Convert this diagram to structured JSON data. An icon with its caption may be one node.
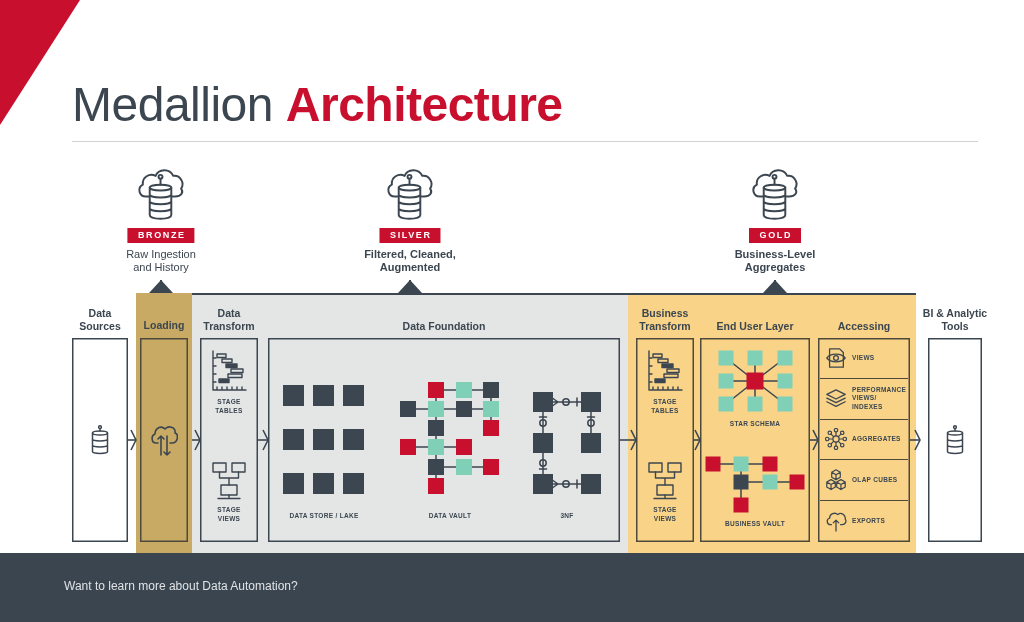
{
  "diagram": {
    "title": "Medallion **Architecture**",
    "nodes": [
      {
        "text": [
          "BRONZE",
          "Raw Ingestion and History"
        ]
      },
      {
        "text": [
          "SILVER",
          "Filtered, Cleaned, Augmented"
        ]
      },
      {
        "text": [
          "GOLD",
          "Business-Level Aggregates"
        ]
      },
      {
        "text": [
          "Data Sources"
        ]
      },
      {
        "text": [
          "Loading"
        ]
      },
      {
        "text": [],
        "shape": "box"
      },
      {
        "text": [
          "Data Transform"
        ],
        "in": 5
      },
      {
        "text": [
          "Data Foundation"
        ],
        "in": 5
      },
      {
        "text": [],
        "shape": "box"
      },
      {
        "text": [
          "Business Transform"
        ],
        "in": 8
      },
      {
        "text": [
          "End User Layer"
        ],
        "in": 8
      },
      {
        "text": [
          "Accessing"
        ],
        "in": 8
      },
      {
        "text": [
          "VIEWS"
        ],
        "in": 11
      },
      {
        "text": [
          "PERFORMANCE VIEWS/ INDEXES"
        ],
        "in": 11
      },
      {
        "text": [
          "AGGREGATES"
        ],
        "in": 11
      },
      {
        "text": [
          "OLAP CUBES"
        ],
        "in": 11
      },
      {
        "text": [
          "EXPORTS"
        ],
        "in": 11
      },
      {
        "text": [
          "BI & Analytic Tools"
        ]
      }
    ],
    "edges": [
      {
        "from": 3,
        "to": 4,
        "arrow": "to"
      },
      {
        "from": 4,
        "to": 6,
        "arrow": "to"
      },
      {
        "from": 6,
        "to": 7,
        "arrow": "to"
      },
      {
        "from": 7,
        "to": 9,
        "arrow": "to"
      },
      {
        "from": 9,
        "to": 10,
        "arrow": "to"
      },
      {
        "from": 10,
        "to": 11,
        "arrow": "to"
      },
      {
        "from": 11,
        "to": 17,
        "arrow": "to"
      },
      {
        "from": 4,
        "to": 0,
        "arrow": "to"
      },
      {
        "from": 5,
        "to": 1,
        "arrow": "to"
      },
      {
        "from": 8,
        "to": 2,
        "arrow": "to"
      }
    ],
    "labels": [
      "STAGE TABLES",
      "STAGE VIEWS",
      "DATA STORE / LAKE",
      "DATA VAULT",
      "3NF",
      "STAGE TABLES",
      "STAGE VIEWS",
      "STAR SCHEMA",
      "BUSINESS VAULT",
      "Want to learn more about Data Automation?"
    ]
  }
}
